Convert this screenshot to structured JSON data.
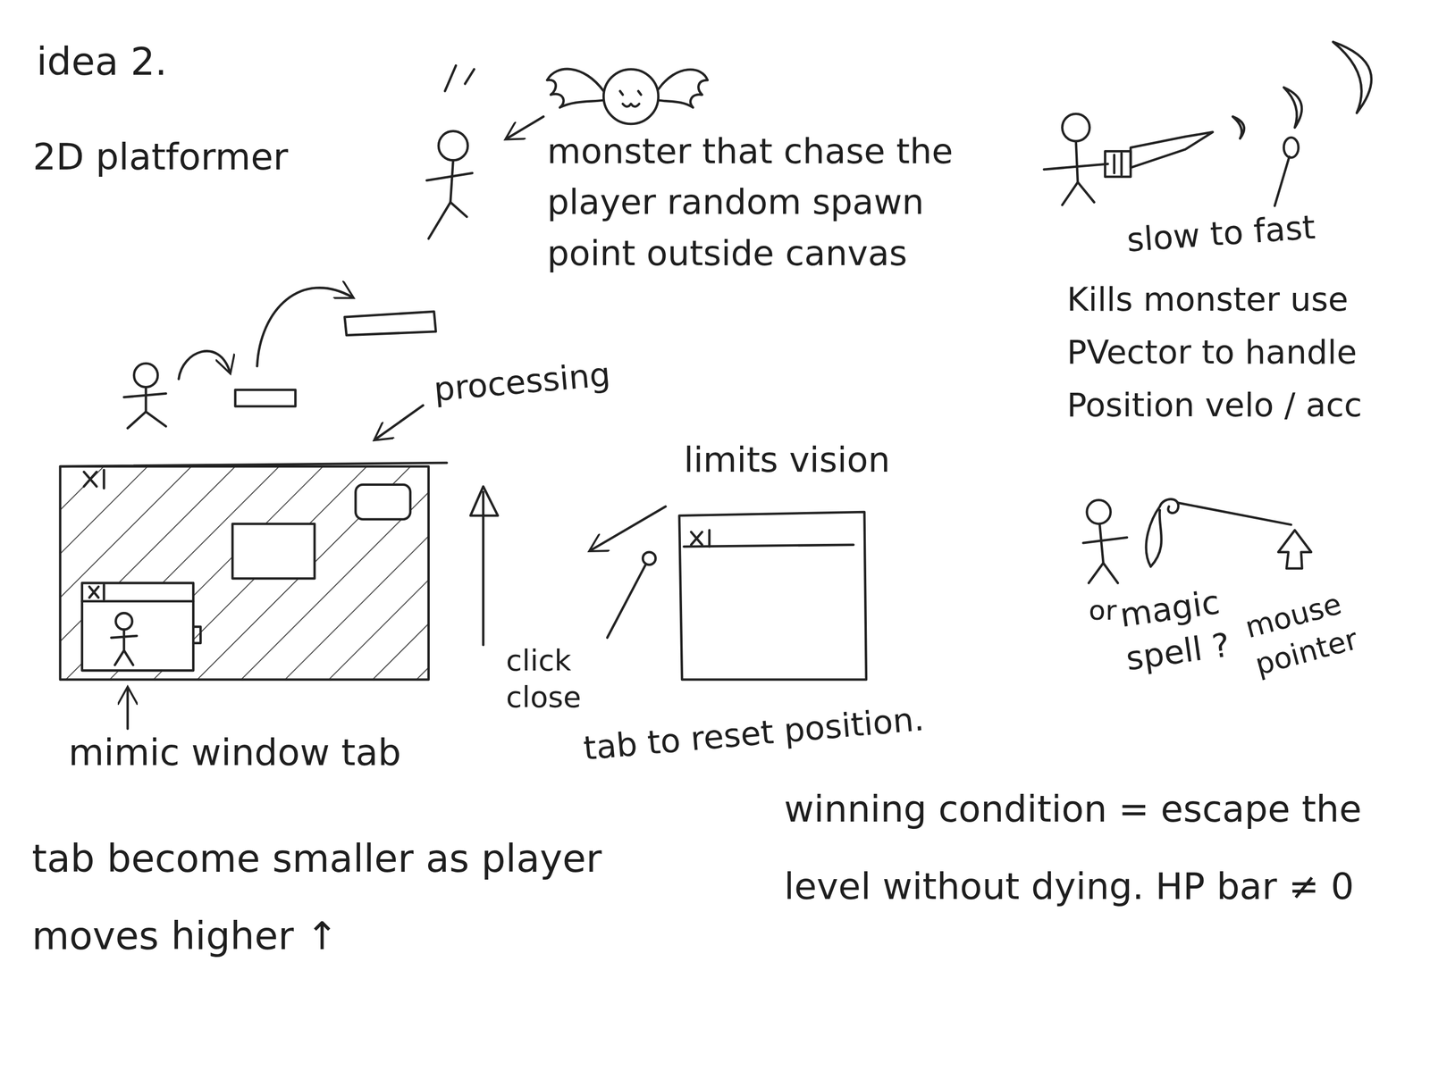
{
  "diagram": {
    "title": "idea 2.",
    "labels": [
      "2D platformer",
      "monster that chase the player random spawn point outside canvas",
      "processing",
      "limits vision",
      "click close",
      "tab to reset position.",
      "mimic window tab",
      "tab become smaller as player moves higher ↑",
      "winning condition = escape the level without dying. HP bar ≠ 0",
      "slow to fast",
      "Kills monster use PVector to handle Position velo / acc",
      "or",
      "magic spell ?",
      "mouse pointer"
    ]
  }
}
